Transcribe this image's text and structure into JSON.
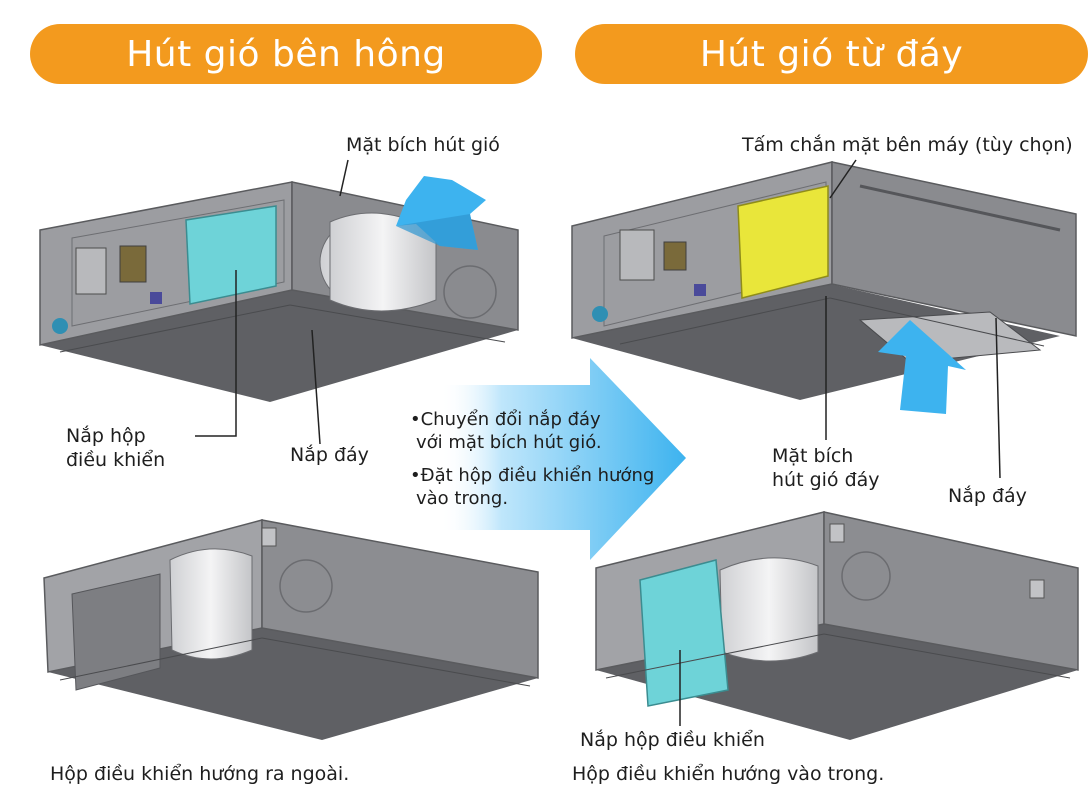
{
  "headers": {
    "left": "Hút gió bên hông",
    "right": "Hút gió từ đáy"
  },
  "labels": {
    "mat_bich_hut_gio": "Mặt bích hút gió",
    "nap_hop_1": "Nắp hộp",
    "nap_hop_2": "điều khiển",
    "nap_day_left": "Nắp đáy",
    "tam_chan": "Tấm chắn mặt bên máy (tùy chọn)",
    "mat_bich_day_1": "Mặt bích",
    "mat_bich_day_2": "hút gió đáy",
    "nap_day_right": "Nắp đáy",
    "nap_hop_dieu_khien_bottom": "Nắp hộp điều khiển"
  },
  "bullets": {
    "b1_line1": "•Chuyển đổi nắp đáy",
    "b1_line2": "với mặt bích hút gió.",
    "b2_line1": "•Đặt hộp điều khiển hướng",
    "b2_line2": "vào trong."
  },
  "captions": {
    "left": "Hộp điều khiển hướng ra ngoài.",
    "right": "Hộp điều khiển hướng vào trong."
  },
  "colors": {
    "header_orange": "#f39a1e",
    "panel_cyan": "#6ed3d8",
    "panel_yellow": "#e9e63a",
    "arrow_blue": "#3db3ef",
    "unit_gray": "#8d8e92"
  }
}
